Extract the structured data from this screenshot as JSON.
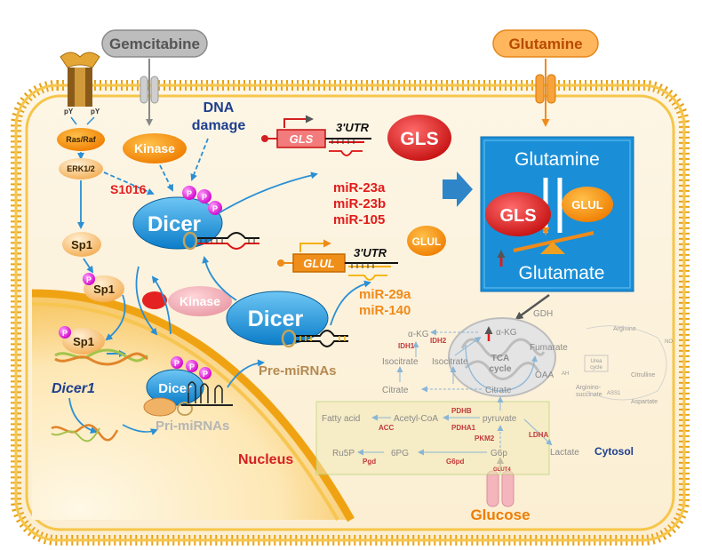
{
  "inputs": {
    "gemcitabine": "Gemcitabine",
    "glutamine": "Glutamine",
    "glucose": "Glucose"
  },
  "receptor": {
    "py1": "pY",
    "py2": "pY"
  },
  "signaling": {
    "ras_raf": "Ras/Raf",
    "erk": "ERK1/2",
    "sp1": "Sp1",
    "p": "P",
    "dicer1_gene": "Dicer1"
  },
  "dicer": {
    "kinase": "Kinase",
    "dna_damage_line1": "DNA",
    "dna_damage_line2": "damage",
    "s1016": "S1016",
    "label": "Dicer",
    "pre_mirnas": "Pre-miRNAs",
    "pri_mirnas": "Pri-miRNAs",
    "nucleus": "Nucleus"
  },
  "gls_branch": {
    "gene": "GLS",
    "utr": "3'UTR",
    "protein": "GLS",
    "mirs": [
      "miR-23a",
      "miR-23b",
      "miR-105"
    ]
  },
  "glul_branch": {
    "gene": "GLUL",
    "utr": "3'UTR",
    "protein": "GLUL",
    "mirs": [
      "miR-29a",
      "miR-140"
    ]
  },
  "balance_panel": {
    "top": "Glutamine",
    "bottom": "Glutamate",
    "gls": "GLS",
    "glul": "GLUL"
  },
  "metabolism": {
    "gdh": "GDH",
    "akg_left": "α-KG",
    "akg_right": "α-KG",
    "idh1": "IDH1",
    "idh2": "IDH2",
    "isocitrate_left": "Isocitrate",
    "isocitrate_right": "Isocitrate",
    "citrate_left": "Citrate",
    "citrate_right": "Citrate",
    "tca_line1": "TCA",
    "tca_line2": "cycle",
    "fumarate": "Fumarate",
    "oaa": "OAA",
    "ah": "AH",
    "arginine": "Arginine",
    "urea_line1": "Urea",
    "urea_line2": "cycle",
    "no": "NO",
    "citrulline": "Citrulline",
    "argsucc_line1": "Arginino-",
    "argsucc_line2": "succinate",
    "ass1": "ASS1",
    "aspartate": "Aspartate",
    "fatty_acid": "Fatty acid",
    "acc": "ACC",
    "acetyl_coa": "Acetyl-CoA",
    "pdhb": "PDHB",
    "pdha1": "PDHA1",
    "pyruvate": "pyruvate",
    "ldha": "LDHA",
    "lactate": "Lactate",
    "cytosol": "Cytosol",
    "pkm2": "PKM2",
    "ru5p": "Ru5P",
    "pgd": "Pgd",
    "six_pg": "6PG",
    "g6pd": "G6pd",
    "g6p": "G6p",
    "glut4": "GLUT4"
  }
}
